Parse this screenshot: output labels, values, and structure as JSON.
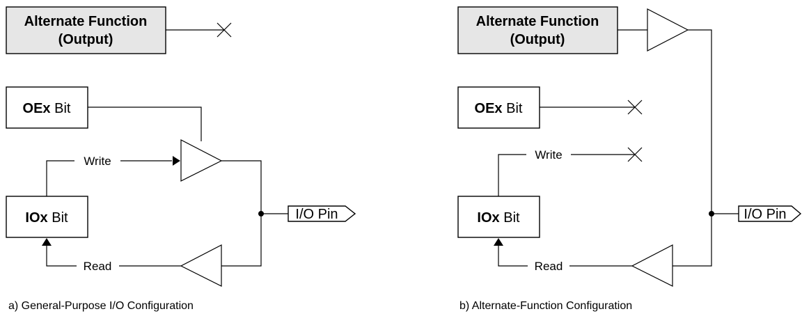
{
  "panel_a": {
    "alt_function_line1": "Alternate Function",
    "alt_function_line2": "(Output)",
    "oe_bit_bold": "OEx",
    "oe_bit_rest": " Bit",
    "io_bit_bold": "IOx",
    "io_bit_rest": " Bit",
    "write_label": "Write",
    "read_label": "Read",
    "pin_label": "I/O Pin",
    "caption": "a) General-Purpose I/O Configuration"
  },
  "panel_b": {
    "alt_function_line1": "Alternate Function",
    "alt_function_line2": "(Output)",
    "oe_bit_bold": "OEx",
    "oe_bit_rest": " Bit",
    "io_bit_bold": "IOx",
    "io_bit_rest": " Bit",
    "write_label": "Write",
    "read_label": "Read",
    "pin_label": "I/O Pin",
    "caption": "b) Alternate-Function Configuration"
  }
}
